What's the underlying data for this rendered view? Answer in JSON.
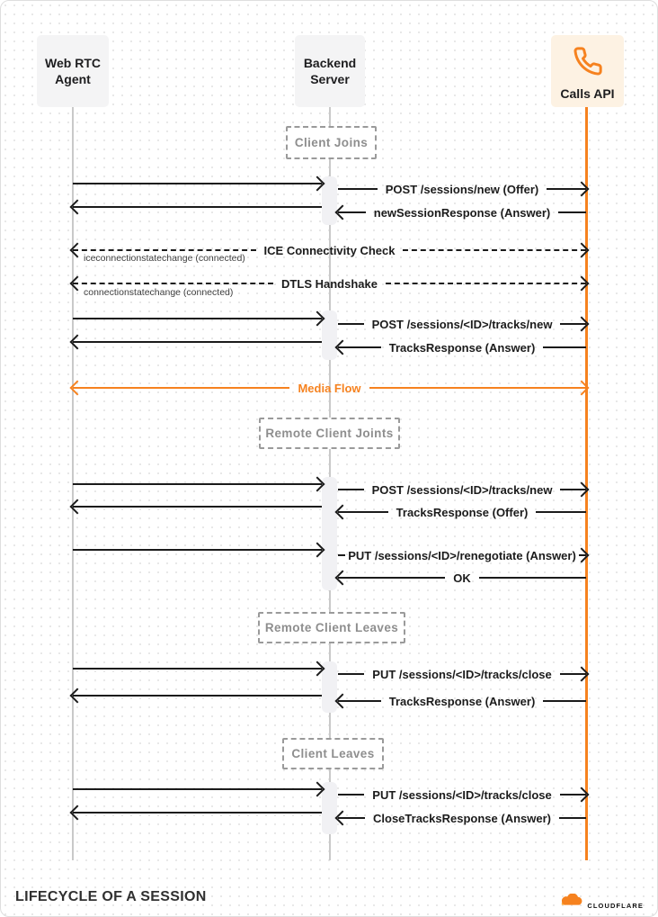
{
  "diagram": {
    "actors": [
      {
        "label": "Web RTC Agent"
      },
      {
        "label": "Backend Server"
      },
      {
        "label": "Calls API",
        "icon": "phone-icon"
      }
    ],
    "groups": [
      {
        "label": "Client Joins"
      },
      {
        "label": "Remote Client Joints"
      },
      {
        "label": "Remote Client Leaves"
      },
      {
        "label": "Client Leaves"
      }
    ],
    "messages": [
      {
        "label": "POST /sessions/new (Offer)",
        "direction": "right",
        "style": "solid"
      },
      {
        "label": "newSessionResponse (Answer)",
        "direction": "left",
        "style": "solid"
      },
      {
        "label": "ICE Connectivity Check",
        "direction": "both",
        "style": "dashed",
        "sublabel": "iceconnectionstatechange (connected)"
      },
      {
        "label": "DTLS Handshake",
        "direction": "both",
        "style": "dashed",
        "sublabel": "connectionstatechange (connected)"
      },
      {
        "label": "POST /sessions/<ID>/tracks/new",
        "direction": "right",
        "style": "solid"
      },
      {
        "label": "TracksResponse (Answer)",
        "direction": "left",
        "style": "solid"
      },
      {
        "label": "Media Flow",
        "direction": "both",
        "style": "solid",
        "color": "accent"
      },
      {
        "label": "POST /sessions/<ID>/tracks/new",
        "direction": "right",
        "style": "solid"
      },
      {
        "label": "TracksResponse (Offer)",
        "direction": "left",
        "style": "solid"
      },
      {
        "label": "PUT /sessions/<ID>/renegotiate (Answer)",
        "direction": "right",
        "style": "solid"
      },
      {
        "label": "OK",
        "direction": "left",
        "style": "solid"
      },
      {
        "label": "PUT /sessions/<ID>/tracks/close",
        "direction": "right",
        "style": "solid"
      },
      {
        "label": "TracksResponse (Answer)",
        "direction": "left",
        "style": "solid"
      },
      {
        "label": "PUT /sessions/<ID>/tracks/close",
        "direction": "right",
        "style": "solid"
      },
      {
        "label": "CloseTracksResponse (Answer)",
        "direction": "left",
        "style": "solid"
      }
    ]
  },
  "footer": {
    "title": "LIFECYCLE OF A SESSION",
    "brand": "CLOUDFLARE"
  },
  "colors": {
    "accent": "#F6821F",
    "arrow": "#1B1B1B",
    "lifeline": "#C9C9C9",
    "actor_box_bg": "#F4F4F5",
    "calls_box_bg": "#FDF2E3"
  }
}
